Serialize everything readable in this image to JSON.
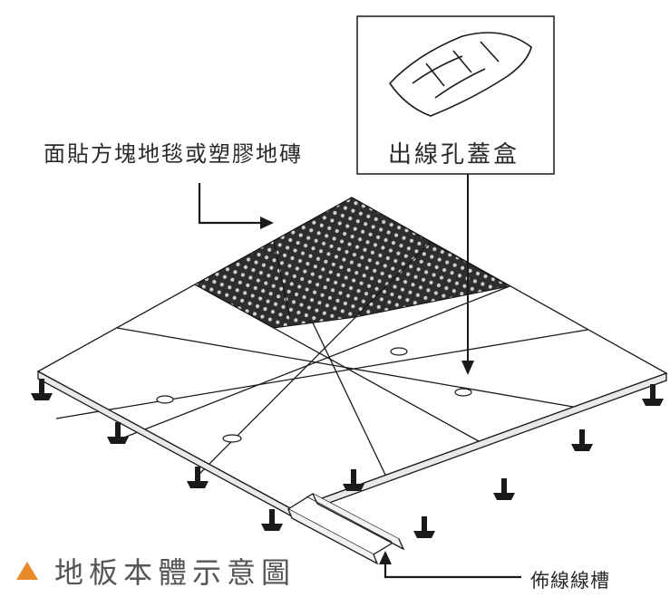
{
  "labels": {
    "carpet": "面貼方塊地毯或塑膠地磚",
    "cover_box": "出線孔蓋盒",
    "trough": "佈線線槽"
  },
  "title": {
    "text": "地板本體示意圖",
    "icon": "triangle-icon",
    "icon_color": "#e8892a"
  },
  "colors": {
    "line": "#1a1a1a",
    "carpet": "#2a2a2a"
  }
}
